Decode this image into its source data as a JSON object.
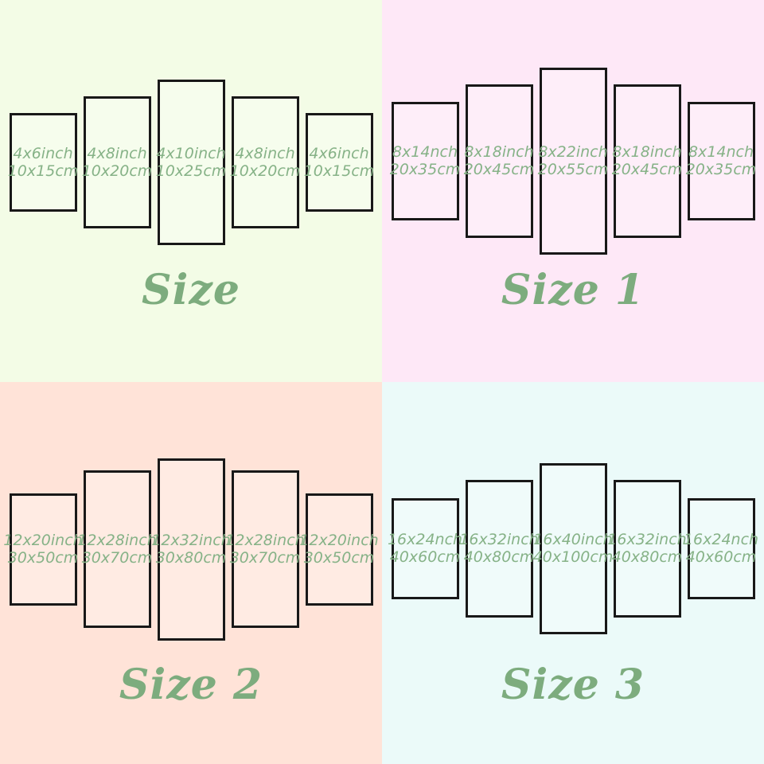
{
  "colors": {
    "panel_border": "#181818",
    "panel_text_green": "#86b287",
    "title_green": "#7dac7e",
    "quadrant_backgrounds": [
      "#f3fce6",
      "#fee8f7",
      "#ffe3d8",
      "#ebfaf9"
    ]
  },
  "quadrants": [
    {
      "label": "Size",
      "bg": "#f3fce6",
      "panels": [
        {
          "inch": "4x6inch",
          "cm": "10x15cm"
        },
        {
          "inch": "4x8inch",
          "cm": "10x20cm"
        },
        {
          "inch": "4x10inch",
          "cm": "10x25cm"
        },
        {
          "inch": "4x8inch",
          "cm": "10x20cm"
        },
        {
          "inch": "4x6inch",
          "cm": "10x15cm"
        }
      ]
    },
    {
      "label": "Size 1",
      "bg": "#fee8f7",
      "panels": [
        {
          "inch": "8x14nch",
          "cm": "20x35cm"
        },
        {
          "inch": "8x18inch",
          "cm": "20x45cm"
        },
        {
          "inch": "8x22inch",
          "cm": "20x55cm"
        },
        {
          "inch": "8x18inch",
          "cm": "20x45cm"
        },
        {
          "inch": "8x14nch",
          "cm": "20x35cm"
        }
      ]
    },
    {
      "label": "Size 2",
      "bg": "#ffe3d8",
      "panels": [
        {
          "inch": "12x20inch",
          "cm": "30x50cm"
        },
        {
          "inch": "12x28inch",
          "cm": "30x70cm"
        },
        {
          "inch": "12x32inch",
          "cm": "30x80cm"
        },
        {
          "inch": "12x28inch",
          "cm": "30x70cm"
        },
        {
          "inch": "12x20inch",
          "cm": "30x50cm"
        }
      ]
    },
    {
      "label": "Size 3",
      "bg": "#ebfaf9",
      "panels": [
        {
          "inch": "16x24nch",
          "cm": "40x60cm"
        },
        {
          "inch": "16x32inch",
          "cm": "40x80cm"
        },
        {
          "inch": "16x40inch",
          "cm": "40x100cm"
        },
        {
          "inch": "16x32inch",
          "cm": "40x80cm"
        },
        {
          "inch": "16x24nch",
          "cm": "40x60cm"
        }
      ]
    }
  ]
}
